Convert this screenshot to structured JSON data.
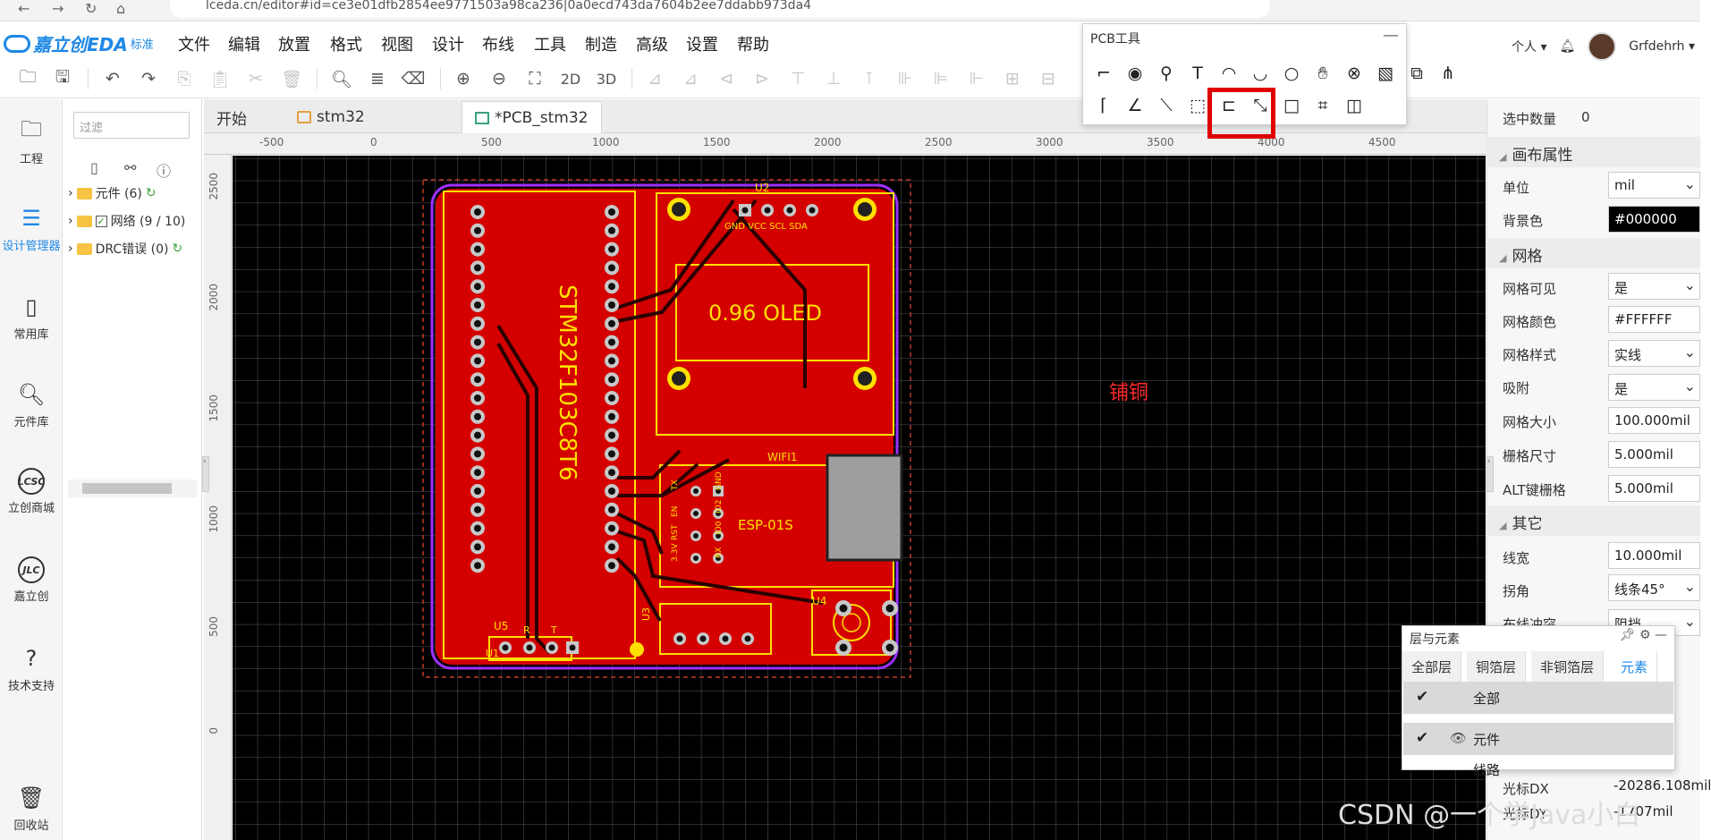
{
  "browser": {
    "url": "lceda.cn/editor#id=ce3e01dfb2854ee9771503a98ca236|0a0ecd743da7604b2ee7ddabb973da4"
  },
  "app": {
    "brand": "嘉立创EDA",
    "edition": "标准"
  },
  "menu": [
    "文件",
    "编辑",
    "放置",
    "格式",
    "视图",
    "设计",
    "布线",
    "工具",
    "制造",
    "高级",
    "设置",
    "帮助"
  ],
  "user": {
    "mode": "个人",
    "name": "Grfdehrh"
  },
  "toolbar": {
    "view_2d": "2D",
    "view_3d": "3D"
  },
  "leftnav": [
    {
      "label": "工程",
      "icon": "folder-icon"
    },
    {
      "label": "设计管理器",
      "icon": "list-icon"
    },
    {
      "label": "常用库",
      "icon": "chip-icon"
    },
    {
      "label": "元件库",
      "icon": "search-chip-icon"
    },
    {
      "label": "立创商城",
      "icon": "lcsc-logo-icon"
    },
    {
      "label": "嘉立创",
      "icon": "jlc-logo-icon"
    },
    {
      "label": "技术支持",
      "icon": "help-icon"
    },
    {
      "label": "回收站",
      "icon": "trash-icon"
    }
  ],
  "tree": {
    "filter_placeholder": "过滤",
    "items": [
      {
        "label": "元件 (6)"
      },
      {
        "label": "网络 (9 / 10)"
      },
      {
        "label": "DRC错误 (0)"
      }
    ]
  },
  "tabs": [
    {
      "label": "开始"
    },
    {
      "label": "stm32"
    },
    {
      "label": "*PCB_stm32"
    }
  ],
  "ruler": {
    "h": [
      "-500",
      "0",
      "500",
      "1000",
      "1500",
      "2000",
      "2500",
      "3000",
      "3500",
      "4000",
      "4500"
    ],
    "v": [
      "2500",
      "2000",
      "1500",
      "1000",
      "500",
      "0"
    ]
  },
  "pcb_tools": {
    "title": "PCB工具"
  },
  "pcb": {
    "u2": "U2",
    "oled_pins": "GND VCC SCL SDA",
    "oled_label": "0.96  OLED",
    "mcu_label": "STM32F103C8T6",
    "wifi_ref": "WIFI1",
    "esp_label": "ESP-01S",
    "esp_pins_top": [
      "TX",
      "EN",
      "3.3V"
    ],
    "esp_pins_top_b": [
      "GND",
      "IO2",
      "IO0",
      "RX"
    ],
    "esp_rst": "RST",
    "u4": "U4",
    "u5": "U5",
    "u5_r": "R",
    "u5_t": "T",
    "u1": "U1",
    "u3": "U3",
    "canvas_hint": "铺铜"
  },
  "props": {
    "selected_label": "选中数量",
    "selected_count": "0",
    "sec_canvas": "画布属性",
    "unit_label": "单位",
    "unit": "mil",
    "bg_label": "背景色",
    "bg": "#000000",
    "sec_grid": "网格",
    "grid_visible_label": "网格可见",
    "grid_visible": "是",
    "grid_color_label": "网格颜色",
    "grid_color": "#FFFFFF",
    "grid_style_label": "网格样式",
    "grid_style": "实线",
    "snap_label": "吸附",
    "snap": "是",
    "grid_size_label": "网格大小",
    "grid_size": "100.000mil",
    "snap_size_label": "栅格尺寸",
    "snap_size": "5.000mil",
    "alt_snap_label": "ALT键栅格",
    "alt_snap": "5.000mil",
    "sec_other": "其它",
    "line_width_label": "线宽",
    "line_width": "10.000mil",
    "corner_label": "拐角",
    "corner": "线条45°",
    "conflict_label": "布线冲突",
    "conflict": "阻挡",
    "cursor_dx_label": "光标DX",
    "cursor_dx": "-20286.108mil",
    "cursor_dy_label": "光标DY",
    "cursor_dy": "-1707mil"
  },
  "layers": {
    "title": "层与元素",
    "tabs": [
      "全部层",
      "铜箔层",
      "非铜箔层",
      "元素"
    ],
    "rows": [
      {
        "label": "全部"
      },
      {
        "label": "元件"
      },
      {
        "label": "线路"
      }
    ]
  },
  "watermark": "CSDN @一个学Java小白"
}
